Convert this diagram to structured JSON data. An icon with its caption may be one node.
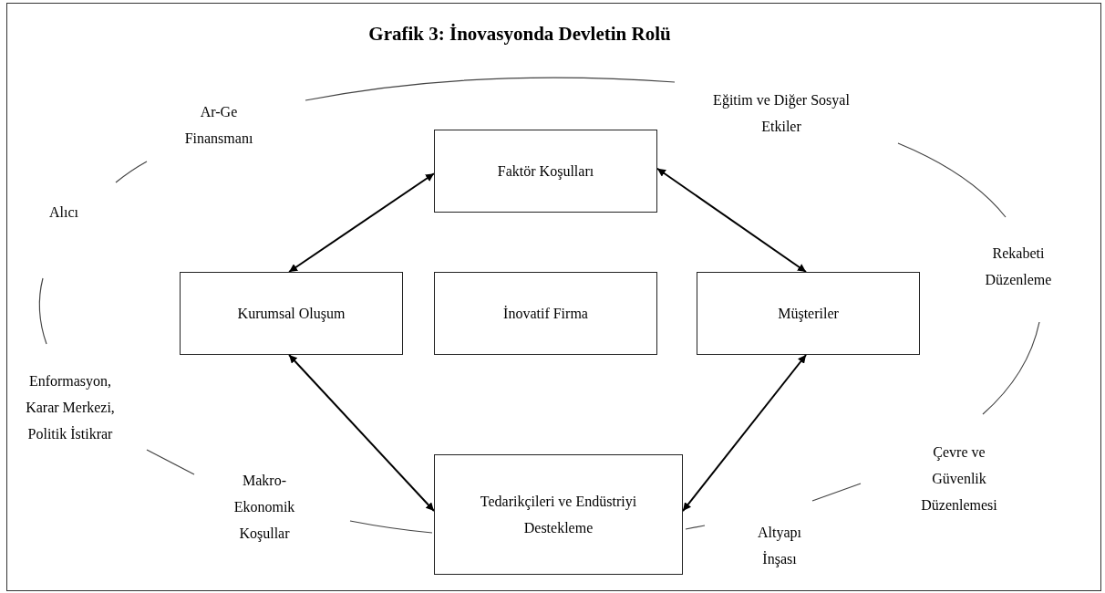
{
  "diagram": {
    "title": "Grafik 3: İnovasyonda Devletin Rolü",
    "nodes": [
      {
        "text": [
          "Faktör Koşulları"
        ]
      },
      {
        "text": [
          "Kurumsal Oluşum"
        ]
      },
      {
        "text": [
          "İnovatif Firma"
        ]
      },
      {
        "text": [
          "Müşteriler"
        ]
      },
      {
        "text": [
          "Tedarikçileri ve Endüstriyi Destekleme"
        ]
      }
    ],
    "edges": [
      {
        "from": 0,
        "to": 1,
        "arrow": "both"
      },
      {
        "from": 0,
        "to": 3,
        "arrow": "both"
      },
      {
        "from": 1,
        "to": 4,
        "arrow": "both"
      },
      {
        "from": 3,
        "to": 4,
        "arrow": "both"
      }
    ],
    "labels": [
      "Eğitim ve Diğer Sosyal Etkiler",
      "Ar-Ge Finansmanı",
      "Alıcı",
      "Rekabeti Düzenleme",
      "Enformasyon, Karar Merkezi, Politik İstikrar",
      "Çevre ve Güvenlik Düzenlemesi",
      "Makro-Ekonomik Koşullar",
      "Altyapı İnşası"
    ]
  }
}
